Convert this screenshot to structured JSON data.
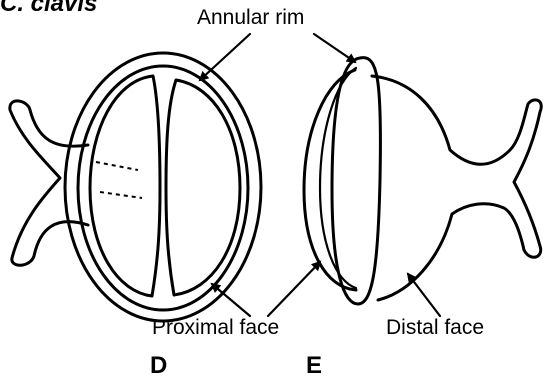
{
  "figure": {
    "title": "C. clavis",
    "labels": {
      "annular_rim": "Annular rim",
      "proximal_face": "Proximal face",
      "distal_face": "Distal face"
    },
    "panels": {
      "d": "D",
      "e": "E"
    }
  }
}
